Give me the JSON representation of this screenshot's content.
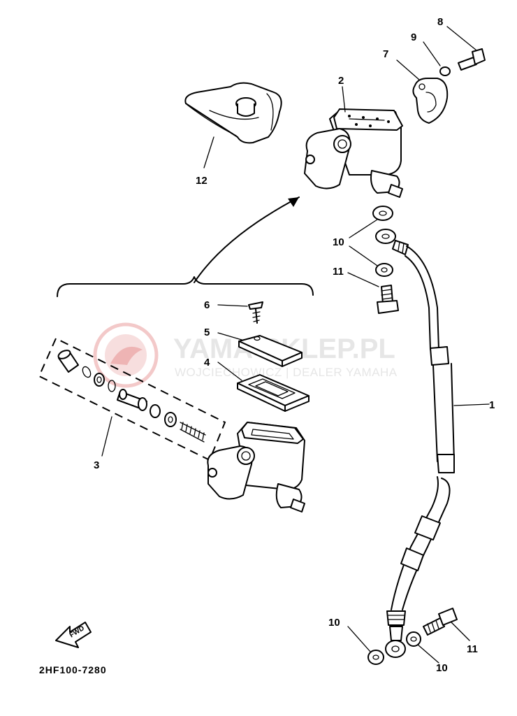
{
  "diagram": {
    "drawing_code": "2HF100-7280",
    "watermark": {
      "title": "YAMA-SKLEP.PL",
      "subtitle": "WOJCIECHOWICZ | DEALER YAMAHA"
    },
    "fwd_label": "FWD",
    "callouts": {
      "c1": "1",
      "c2": "2",
      "c3": "3",
      "c4": "4",
      "c5": "5",
      "c6": "6",
      "c7": "7",
      "c8": "8",
      "c9": "9",
      "c10a": "10",
      "c10b": "10",
      "c10c": "10",
      "c11a": "11",
      "c11b": "11",
      "c12": "12"
    }
  }
}
